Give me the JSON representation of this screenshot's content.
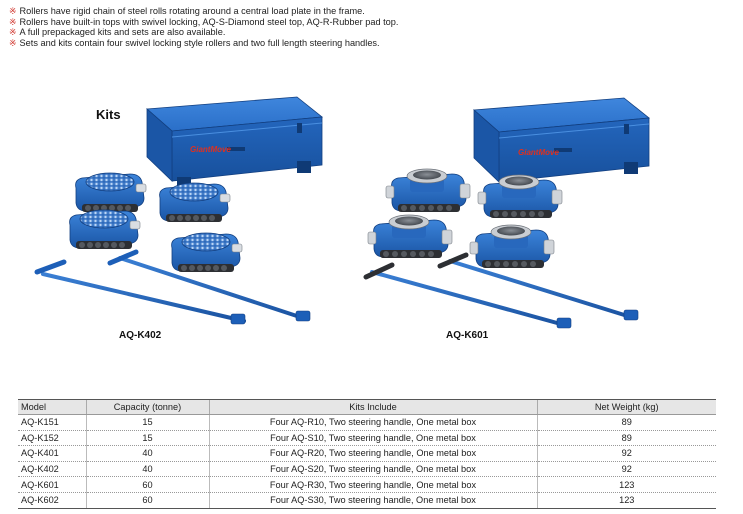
{
  "bullets": [
    "Rollers have rigid chain of steel rolls rotating around a central load plate in the frame.",
    "Rollers have built-in tops with swivel locking, AQ-S-Diamond steel top, AQ-R-Rubber pad top.",
    "A full prepackaged kits and sets are also available.",
    "Sets and kits contain four swivel locking style rollers and two full length steering handles."
  ],
  "bullet_mark": "※",
  "kits_title": "Kits",
  "brand_label": "GiantMove",
  "captions": {
    "left": "AQ-K402",
    "right": "AQ-K601"
  },
  "colors": {
    "product_blue": "#1d5fb8",
    "bullet_red": "#d0342c",
    "brand_red": "#e0301e"
  },
  "table": {
    "headers": [
      "Model",
      "Capacity (tonne)",
      "Kits Include",
      "Net Weight (kg)"
    ],
    "rows": [
      [
        "AQ-K151",
        "15",
        "Four AQ-R10, Two steering handle, One metal box",
        "89"
      ],
      [
        "AQ-K152",
        "15",
        "Four AQ-S10, Two steering handle, One metal box",
        "89"
      ],
      [
        "AQ-K401",
        "40",
        "Four AQ-R20, Two steering handle, One metal box",
        "92"
      ],
      [
        "AQ-K402",
        "40",
        "Four AQ-S20, Two steering handle, One metal box",
        "92"
      ],
      [
        "AQ-K601",
        "60",
        "Four AQ-R30, Two steering handle, One metal box",
        "123"
      ],
      [
        "AQ-K602",
        "60",
        "Four AQ-S30, Two steering handle, One metal box",
        "123"
      ]
    ]
  }
}
